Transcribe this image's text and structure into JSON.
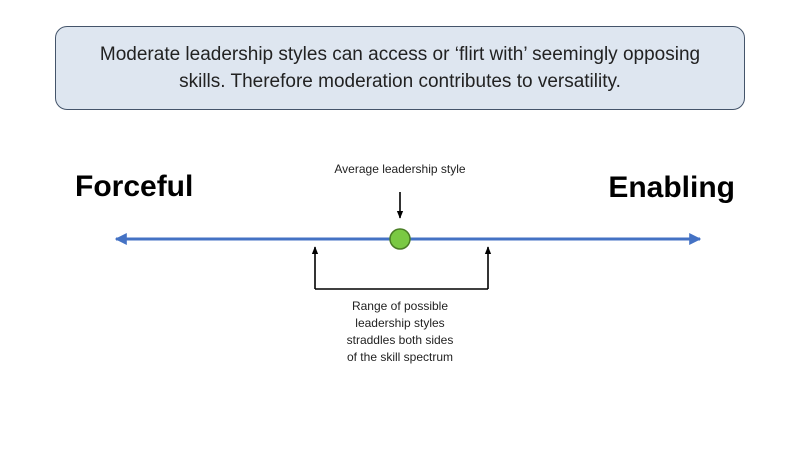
{
  "callout": {
    "text": "Moderate leadership styles can access or ‘flirt with’ seemingly opposing skills. Therefore moderation contributes to versatility."
  },
  "spectrum": {
    "left_label": "Forceful",
    "right_label": "Enabling",
    "line_color": "#4472c4",
    "marker_color": "#7ac943",
    "marker_stroke": "#4a7d26"
  },
  "average": {
    "label": "Average leadership style"
  },
  "range": {
    "label_lines": [
      "Range of possible",
      "leadership styles",
      "straddles both sides",
      "of the skill spectrum"
    ]
  }
}
